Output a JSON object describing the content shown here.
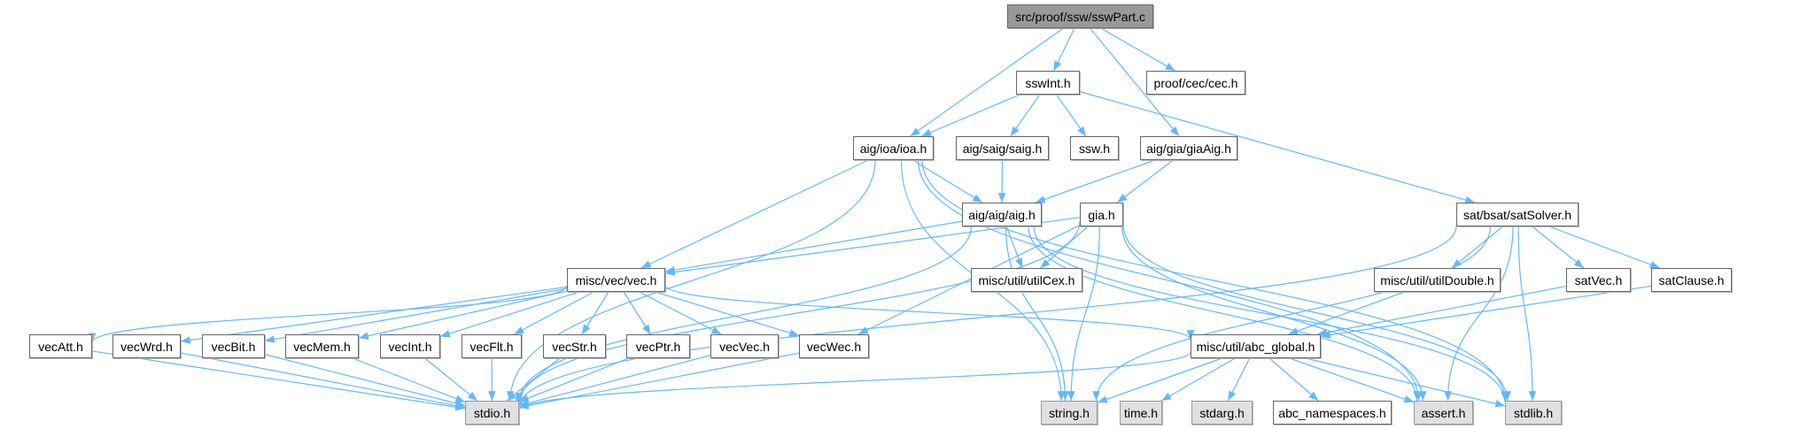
{
  "graph": {
    "colors": {
      "edge": "#63b8ff",
      "root_fill": "#999999",
      "system_fill": "#e0e0e0",
      "node_border": "#666666"
    },
    "nodes": [
      {
        "id": "root",
        "label": "src/proof/ssw/sswPart.c",
        "kind": "root"
      },
      {
        "id": "sswInt",
        "label": "sswInt.h",
        "kind": "local"
      },
      {
        "id": "cec",
        "label": "proof/cec/cec.h",
        "kind": "local"
      },
      {
        "id": "ioa",
        "label": "aig/ioa/ioa.h",
        "kind": "local"
      },
      {
        "id": "saig",
        "label": "aig/saig/saig.h",
        "kind": "local"
      },
      {
        "id": "ssw",
        "label": "ssw.h",
        "kind": "local"
      },
      {
        "id": "giaAig",
        "label": "aig/gia/giaAig.h",
        "kind": "local"
      },
      {
        "id": "aig",
        "label": "aig/aig/aig.h",
        "kind": "local"
      },
      {
        "id": "gia",
        "label": "gia.h",
        "kind": "local"
      },
      {
        "id": "satSolver",
        "label": "sat/bsat/satSolver.h",
        "kind": "local"
      },
      {
        "id": "vec",
        "label": "misc/vec/vec.h",
        "kind": "local"
      },
      {
        "id": "utilCex",
        "label": "misc/util/utilCex.h",
        "kind": "local"
      },
      {
        "id": "utilDouble",
        "label": "misc/util/utilDouble.h",
        "kind": "local"
      },
      {
        "id": "satVec",
        "label": "satVec.h",
        "kind": "local"
      },
      {
        "id": "satClause",
        "label": "satClause.h",
        "kind": "local"
      },
      {
        "id": "vecAtt",
        "label": "vecAtt.h",
        "kind": "local"
      },
      {
        "id": "vecWrd",
        "label": "vecWrd.h",
        "kind": "local"
      },
      {
        "id": "vecBit",
        "label": "vecBit.h",
        "kind": "local"
      },
      {
        "id": "vecMem",
        "label": "vecMem.h",
        "kind": "local"
      },
      {
        "id": "vecInt",
        "label": "vecInt.h",
        "kind": "local"
      },
      {
        "id": "vecFlt",
        "label": "vecFlt.h",
        "kind": "local"
      },
      {
        "id": "vecStr",
        "label": "vecStr.h",
        "kind": "local"
      },
      {
        "id": "vecPtr",
        "label": "vecPtr.h",
        "kind": "local"
      },
      {
        "id": "vecVec",
        "label": "vecVec.h",
        "kind": "local"
      },
      {
        "id": "vecWec",
        "label": "vecWec.h",
        "kind": "local"
      },
      {
        "id": "abc_global",
        "label": "misc/util/abc_global.h",
        "kind": "local"
      },
      {
        "id": "stdio",
        "label": "stdio.h",
        "kind": "system"
      },
      {
        "id": "string",
        "label": "string.h",
        "kind": "system"
      },
      {
        "id": "time",
        "label": "time.h",
        "kind": "system"
      },
      {
        "id": "stdarg",
        "label": "stdarg.h",
        "kind": "system"
      },
      {
        "id": "abc_namespaces",
        "label": "abc_namespaces.h",
        "kind": "local"
      },
      {
        "id": "assert",
        "label": "assert.h",
        "kind": "system"
      },
      {
        "id": "stdlib",
        "label": "stdlib.h",
        "kind": "system"
      }
    ],
    "edges": [
      [
        "root",
        "ioa"
      ],
      [
        "root",
        "sswInt"
      ],
      [
        "root",
        "giaAig"
      ],
      [
        "root",
        "cec"
      ],
      [
        "sswInt",
        "ioa"
      ],
      [
        "sswInt",
        "saig"
      ],
      [
        "sswInt",
        "ssw"
      ],
      [
        "sswInt",
        "satSolver"
      ],
      [
        "ioa",
        "stdio"
      ],
      [
        "ioa",
        "vec"
      ],
      [
        "ioa",
        "string"
      ],
      [
        "ioa",
        "aig"
      ],
      [
        "ioa",
        "assert"
      ],
      [
        "ioa",
        "stdlib"
      ],
      [
        "saig",
        "aig"
      ],
      [
        "giaAig",
        "aig"
      ],
      [
        "giaAig",
        "gia"
      ],
      [
        "aig",
        "stdio"
      ],
      [
        "aig",
        "vec"
      ],
      [
        "aig",
        "string"
      ],
      [
        "aig",
        "utilCex"
      ],
      [
        "aig",
        "assert"
      ],
      [
        "aig",
        "stdlib"
      ],
      [
        "gia",
        "vec"
      ],
      [
        "gia",
        "vecWec"
      ],
      [
        "gia",
        "stdio"
      ],
      [
        "gia",
        "string"
      ],
      [
        "gia",
        "utilCex"
      ],
      [
        "gia",
        "assert"
      ],
      [
        "gia",
        "stdlib"
      ],
      [
        "satSolver",
        "stdio"
      ],
      [
        "satSolver",
        "string"
      ],
      [
        "satSolver",
        "utilDouble"
      ],
      [
        "satSolver",
        "satVec"
      ],
      [
        "satSolver",
        "satClause"
      ],
      [
        "satSolver",
        "assert"
      ],
      [
        "satSolver",
        "stdlib"
      ],
      [
        "vec",
        "vecAtt"
      ],
      [
        "vec",
        "vecWrd"
      ],
      [
        "vec",
        "vecBit"
      ],
      [
        "vec",
        "vecMem"
      ],
      [
        "vec",
        "vecInt"
      ],
      [
        "vec",
        "vecFlt"
      ],
      [
        "vec",
        "vecStr"
      ],
      [
        "vec",
        "vecPtr"
      ],
      [
        "vec",
        "vecVec"
      ],
      [
        "vec",
        "vecWec"
      ],
      [
        "vec",
        "abc_global"
      ],
      [
        "vecAtt",
        "stdio"
      ],
      [
        "vecWrd",
        "stdio"
      ],
      [
        "vecBit",
        "stdio"
      ],
      [
        "vecMem",
        "stdio"
      ],
      [
        "vecInt",
        "stdio"
      ],
      [
        "vecFlt",
        "stdio"
      ],
      [
        "vecStr",
        "stdio"
      ],
      [
        "vecPtr",
        "stdio"
      ],
      [
        "vecVec",
        "stdio"
      ],
      [
        "vecWec",
        "stdio"
      ],
      [
        "utilDouble",
        "abc_global"
      ],
      [
        "satVec",
        "abc_global"
      ],
      [
        "satClause",
        "abc_global"
      ],
      [
        "abc_global",
        "stdio"
      ],
      [
        "abc_global",
        "string"
      ],
      [
        "abc_global",
        "time"
      ],
      [
        "abc_global",
        "stdarg"
      ],
      [
        "abc_global",
        "abc_namespaces"
      ],
      [
        "abc_global",
        "assert"
      ],
      [
        "abc_global",
        "stdlib"
      ]
    ]
  }
}
